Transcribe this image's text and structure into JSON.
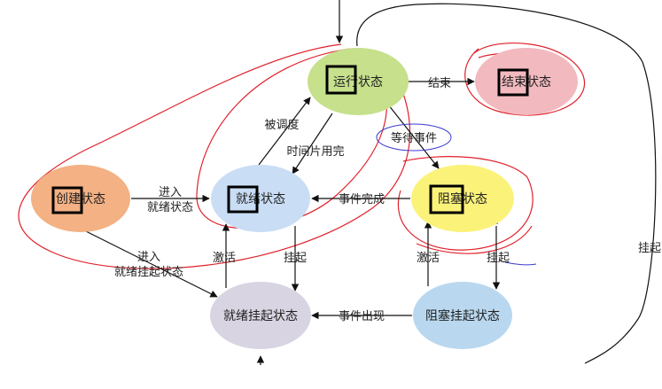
{
  "nodes": {
    "create": {
      "label": "创建状态",
      "color": "#f4b183"
    },
    "ready": {
      "label": "就绪状态",
      "color": "#c9ddf5"
    },
    "running": {
      "label": "运行状态",
      "color": "#c6e08c"
    },
    "end": {
      "label": "结束状态",
      "color": "#f2b9bf"
    },
    "blocked": {
      "label": "阻塞状态",
      "color": "#fbf27a"
    },
    "ready_suspended": {
      "label": "就绪挂起状态",
      "color": "#d8d4e2"
    },
    "blocked_suspended": {
      "label": "阻塞挂起状态",
      "color": "#b9d8ef"
    }
  },
  "edges": {
    "enter_ready": "进入\n就绪状态",
    "enter_ready_suspend": "进入\n就绪挂起状态",
    "dispatched": "被调度",
    "timeslice_done": "时间片用完",
    "finish": "结束",
    "wait_event": "等待事件",
    "event_complete": "事件完成",
    "activate_left": "激活",
    "suspend_left": "挂起",
    "activate_right": "激活",
    "suspend_right": "挂起",
    "event_occurs": "事件出现",
    "suspend_far": "挂起"
  },
  "colors": {
    "annotation_red": "#e0202a",
    "annotation_blue": "#3a3ad0",
    "arrow": "#111111",
    "highlight_box": "#000000"
  }
}
